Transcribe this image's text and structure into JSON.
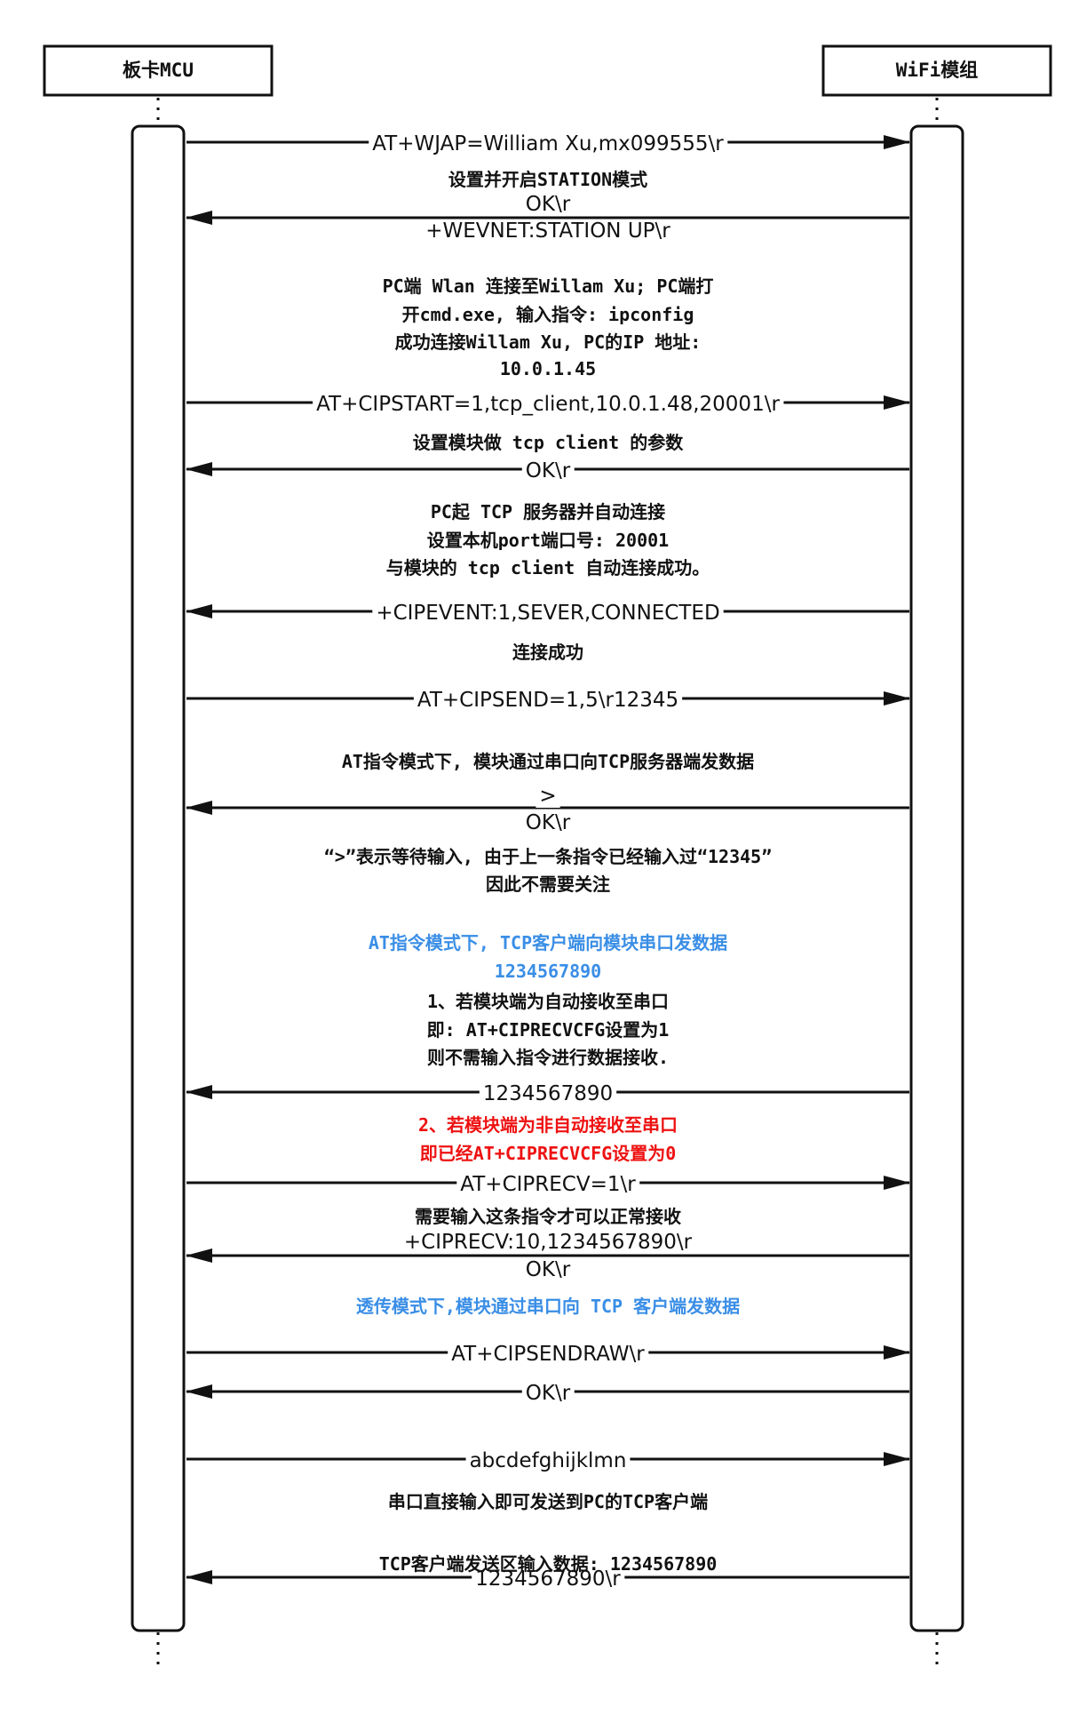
{
  "participants": {
    "left": {
      "name": "板卡MCU"
    },
    "right": {
      "name": "WiFi模组"
    }
  },
  "colors": {
    "line": "#111111",
    "note_black": "#111111",
    "note_blue": "#3a8ee6",
    "note_red": "#ee1111"
  },
  "messages": [
    {
      "id": "m1",
      "direction": "right",
      "lines": [
        "AT+WJAP=William Xu,mx099555\\r"
      ]
    },
    {
      "id": "m2",
      "direction": "left",
      "lines": [
        "OK\\r",
        "+WEVNET:STATION UP\\r"
      ]
    },
    {
      "id": "m3",
      "direction": "right",
      "lines": [
        "AT+CIPSTART=1,tcp_client,10.0.1.48,20001\\r"
      ]
    },
    {
      "id": "m4",
      "direction": "left",
      "lines": [
        "OK\\r"
      ]
    },
    {
      "id": "m5",
      "direction": "left",
      "lines": [
        "+CIPEVENT:1,SEVER,CONNECTED"
      ]
    },
    {
      "id": "m6",
      "direction": "right",
      "lines": [
        "AT+CIPSEND=1,5\\r12345"
      ]
    },
    {
      "id": "m7",
      "direction": "left",
      "lines": [
        ">",
        "OK\\r"
      ]
    },
    {
      "id": "m8",
      "direction": "left",
      "lines": [
        "1234567890"
      ]
    },
    {
      "id": "m9",
      "direction": "right",
      "lines": [
        "AT+CIPRECV=1\\r"
      ]
    },
    {
      "id": "m10",
      "direction": "left",
      "lines": [
        "+CIPRECV:10,1234567890\\r",
        "OK\\r"
      ]
    },
    {
      "id": "m11",
      "direction": "right",
      "lines": [
        "AT+CIPSENDRAW\\r"
      ]
    },
    {
      "id": "m12",
      "direction": "left",
      "lines": [
        "OK\\r"
      ]
    },
    {
      "id": "m13",
      "direction": "right",
      "lines": [
        "abcdefghijklmn"
      ]
    },
    {
      "id": "m14",
      "direction": "left",
      "lines": [
        "1234567890\\r"
      ]
    }
  ],
  "notes": [
    {
      "id": "n1",
      "color": "black",
      "lines": [
        "设置并开启STATION模式"
      ]
    },
    {
      "id": "n2",
      "color": "black",
      "lines": [
        "PC端 Wlan 连接至Willam Xu; PC端打",
        "开cmd.exe, 输入指令: ipconfig",
        "成功连接Willam Xu, PC的IP 地址:",
        "10.0.1.45"
      ]
    },
    {
      "id": "n3",
      "color": "black",
      "lines": [
        "设置模块做 tcp client 的参数"
      ]
    },
    {
      "id": "n4",
      "color": "black",
      "lines": [
        "PC起 TCP 服务器并自动连接",
        "设置本机port端口号: 20001",
        "与模块的 tcp client 自动连接成功。"
      ]
    },
    {
      "id": "n5",
      "color": "black",
      "lines": [
        "连接成功"
      ]
    },
    {
      "id": "n6",
      "color": "black",
      "lines": [
        "AT指令模式下, 模块通过串口向TCP服务器端发数据"
      ]
    },
    {
      "id": "n7",
      "color": "black",
      "lines": [
        "“>”表示等待输入, 由于上一条指令已经输入过“12345”",
        "因此不需要关注"
      ]
    },
    {
      "id": "n8",
      "color": "blue",
      "lines": [
        "AT指令模式下, TCP客户端向模块串口发数据",
        "1234567890"
      ]
    },
    {
      "id": "n9",
      "color": "black",
      "lines": [
        "1、若模块端为自动接收至串口",
        "即: AT+CIPRECVCFG设置为1",
        "则不需输入指令进行数据接收."
      ]
    },
    {
      "id": "n10",
      "color": "red",
      "lines": [
        "2、若模块端为非自动接收至串口",
        "即已经AT+CIPRECVCFG设置为0"
      ]
    },
    {
      "id": "n11",
      "color": "black",
      "lines": [
        "需要输入这条指令才可以正常接收"
      ]
    },
    {
      "id": "n12",
      "color": "blue",
      "lines": [
        "透传模式下,模块通过串口向 TCP 客户端发数据"
      ]
    },
    {
      "id": "n13",
      "color": "black",
      "lines": [
        "串口直接输入即可发送到PC的TCP客户端"
      ]
    },
    {
      "id": "n14",
      "color": "black",
      "lines": [
        "TCP客户端发送区输入数据: 1234567890"
      ]
    }
  ]
}
